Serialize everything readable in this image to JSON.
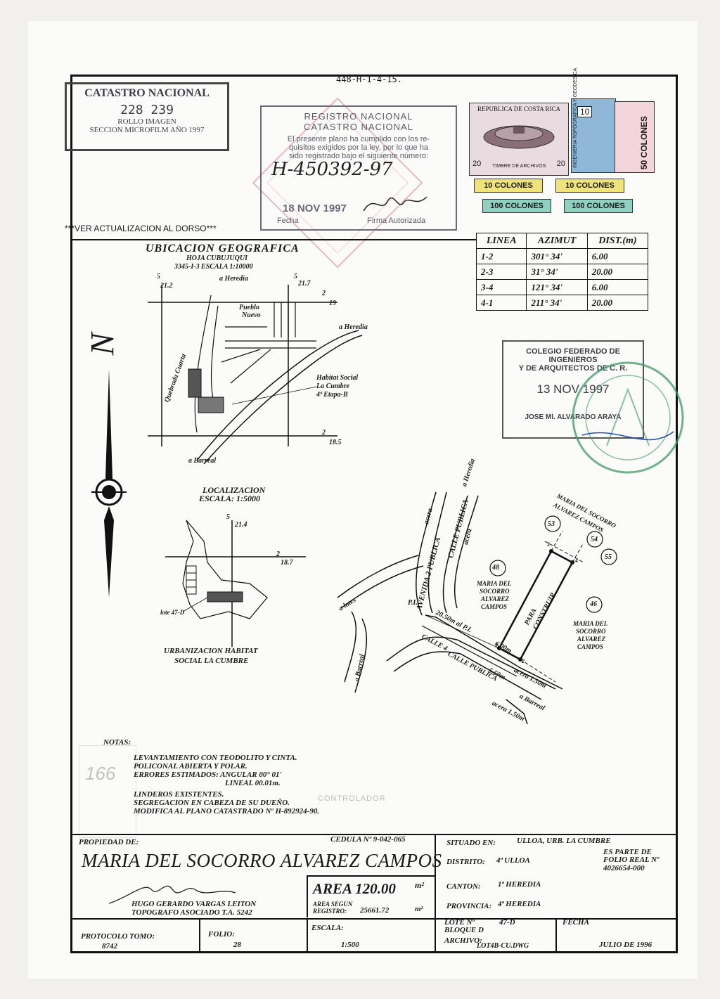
{
  "header": {
    "ref_number": "448-H-1-4-15.",
    "ver_actualizacion": "***VER ACTUALIZACION AL DORSO***"
  },
  "catastro_stamp": {
    "title": "CATASTRO NACIONAL",
    "number": "228 239",
    "line1": "ROLLO IMAGEN",
    "line2": "SECCION MICROFILM AÑO 1997"
  },
  "registro_stamp": {
    "title1": "REGISTRO NACIONAL",
    "title2": "CATASTRO NACIONAL",
    "text1": "El presente plano ha cumplido con los re-",
    "text2": "quisitos exigidos por la ley, por lo que ha",
    "text3": "sido registrado bajo el siguiente número:",
    "handwritten": "H-450392-97",
    "date": "18 NOV 1997",
    "fecha_label": "Fecha",
    "firma_label": "Firma Autorizada"
  },
  "revenue_stamps": {
    "country": "REPUBLICA DE COSTA RICA",
    "value20": "20",
    "colones": "COLONES",
    "archivos": "TIMBRE DE ARCHIVOS",
    "ten1": "10 COLONES",
    "ten2": "10 COLONES",
    "hundred1": "100 COLONES",
    "hundred2": "100 COLONES",
    "fifty": "50 COLONES",
    "ten_small": "10",
    "ingenieria": "INGENIERIA TOPOGRAFICA Y GEODESICA"
  },
  "azimut_table": {
    "headers": [
      "LINEA",
      "AZIMUT",
      "DIST.(m)"
    ],
    "rows": [
      [
        "1-2",
        "301° 34'",
        "6.00"
      ],
      [
        "2-3",
        "31° 34'",
        "20.00"
      ],
      [
        "3-4",
        "121° 34'",
        "6.00"
      ],
      [
        "4-1",
        "211° 34'",
        "20.00"
      ]
    ]
  },
  "colegio_stamp": {
    "line1": "COLEGIO FEDERADO DE INGENIEROS",
    "line2": "Y DE ARQUITECTOS DE C. R.",
    "date": "13 NOV 1997",
    "name": "JOSE Ml. ALVARADO ARAYA"
  },
  "ubicacion": {
    "title": "UBICACION GEOGRAFICA",
    "hoja": "HOJA CUBUJUQUI",
    "escala": "3345-I-3  ESCALA 1:10000",
    "coord_5a": "5",
    "coord_212": "21.2",
    "coord_5b": "5",
    "coord_217": "21.7",
    "coord_2a": "2",
    "coord_19": "19",
    "coord_2b": "2",
    "coord_185": "18.5",
    "heredia_top": "a Heredia",
    "heredia_right": "a Heredia",
    "pueblo_nuevo1": "Pueblo",
    "pueblo_nuevo2": "Nuevo",
    "quebrada": "Quebrada Cuarta",
    "habitat1": "Habitat Social",
    "habitat2": "La Cumbre",
    "habitat3": "4ª Etapa-B",
    "barreal": "a Barreal"
  },
  "localizacion": {
    "title": "LOCALIZACION",
    "escala": "ESCALA: 1:5000",
    "coord_5": "5",
    "coord_214": "21.4",
    "coord_2": "2",
    "coord_187": "18.7",
    "lote": "lote 47-D",
    "urb1": "URBANIZACION HABITAT",
    "urb2": "SOCIAL LA CUMBRE"
  },
  "north": {
    "letter": "N"
  },
  "plan": {
    "heredia": "a Heredia",
    "acera_a": "acera",
    "calle_publica": "CALLE PUBLICA",
    "acera_b": "acera",
    "avenida": "AVENIDA 2 PUBLICA",
    "a_lotes": "a lotes",
    "a_barreal_left": "a Barreal",
    "pi": "P.I.",
    "dist_pi": "20.50m al P.I.",
    "six_m": "6.00m",
    "calle4": "CALLE 4",
    "calle_publica2": "CALLE PUBLICA",
    "width": "5.50m",
    "acera150a": "acera 1.50m",
    "a_barreal": "a Barreal",
    "acera150b": "acera 1.50m",
    "lot48": "48",
    "owner48_1": "MARIA DEL",
    "owner48_2": "SOCORRO",
    "owner48_3": "ALVAREZ",
    "owner48_4": "CAMPOS",
    "para": "PARA",
    "construir": "CONSTRUIR",
    "lot46": "46",
    "owner46_1": "MARIA DEL",
    "owner46_2": "SOCORRO",
    "owner46_3": "ALVAREZ",
    "owner46_4": "CAMPOS",
    "lot53": "53",
    "lot54": "54",
    "lot55": "55",
    "owner_top1": "MARIA DEL SOCORRO",
    "owner_top2": "ALVAREZ CAMPOS",
    "v1": "1",
    "v2": "2",
    "v3": "3",
    "v4": "4"
  },
  "notas": {
    "title": "NOTAS:",
    "l1": "LEVANTAMIENTO CON TEODOLITO Y CINTA.",
    "l2": "POLICONAL ABIERTA Y POLAR.",
    "l3": "ERRORES ESTIMADOS: ANGULAR 00° 01'",
    "l4": "LINEAL 00.01m.",
    "l5": "LINDEROS EXISTENTES.",
    "l6": "SEGREGACION EN CABEZA DE SU DUEÑO.",
    "l7": "MODIFICA AL PLANO CATASTRADO Nº H-892924-90."
  },
  "title_block": {
    "propiedad_label": "PROPIEDAD DE:",
    "cedula": "CEDULA Nº 9-042-065",
    "owner": "MARIA DEL SOCORRO ALVAREZ CAMPOS",
    "surveyor_name": "HUGO GERARDO VARGAS LEITON",
    "surveyor_title": "TOPOGRAFO ASOCIADO T.A. 5242",
    "area_label": "AREA 120.00",
    "area_unit": "m²",
    "area_segun1": "AREA SEGUN",
    "area_segun2": "REGISTRO:",
    "area_reg_value": "25661.72",
    "area_reg_unit": "m²",
    "situado_label": "SITUADO EN:",
    "situado_value": "ULLOA, URB. LA CUMBRE",
    "es_parte1": "ES PARTE DE",
    "es_parte2": "FOLIO REAL Nº",
    "folio_real": "4026654-000",
    "distrito_label": "DISTRITO:",
    "distrito_value": "4ª ULLOA",
    "canton_label": "CANTON:",
    "canton_value": "1ª HEREDIA",
    "provincia_label": "PROVINCIA:",
    "provincia_value": "4ª HEREDIA",
    "protocolo_label": "PROTOCOLO TOMO:",
    "protocolo_value": "8742",
    "folio_label": "FOLIO:",
    "folio_value": "28",
    "escala_label": "ESCALA:",
    "escala_value": "1:500",
    "lote_label": "LOTE Nº",
    "lote_value": "47-D",
    "bloque_label": "BLOQUE D",
    "archivo_label": "ARCHIVO:",
    "archivo_value": "LOT4B-CU.DWG",
    "fecha_label": "FECHA",
    "fecha_value": "JULIO DE 1996"
  },
  "faded": {
    "controller": "CONTROLADOR",
    "left_num": "166"
  }
}
